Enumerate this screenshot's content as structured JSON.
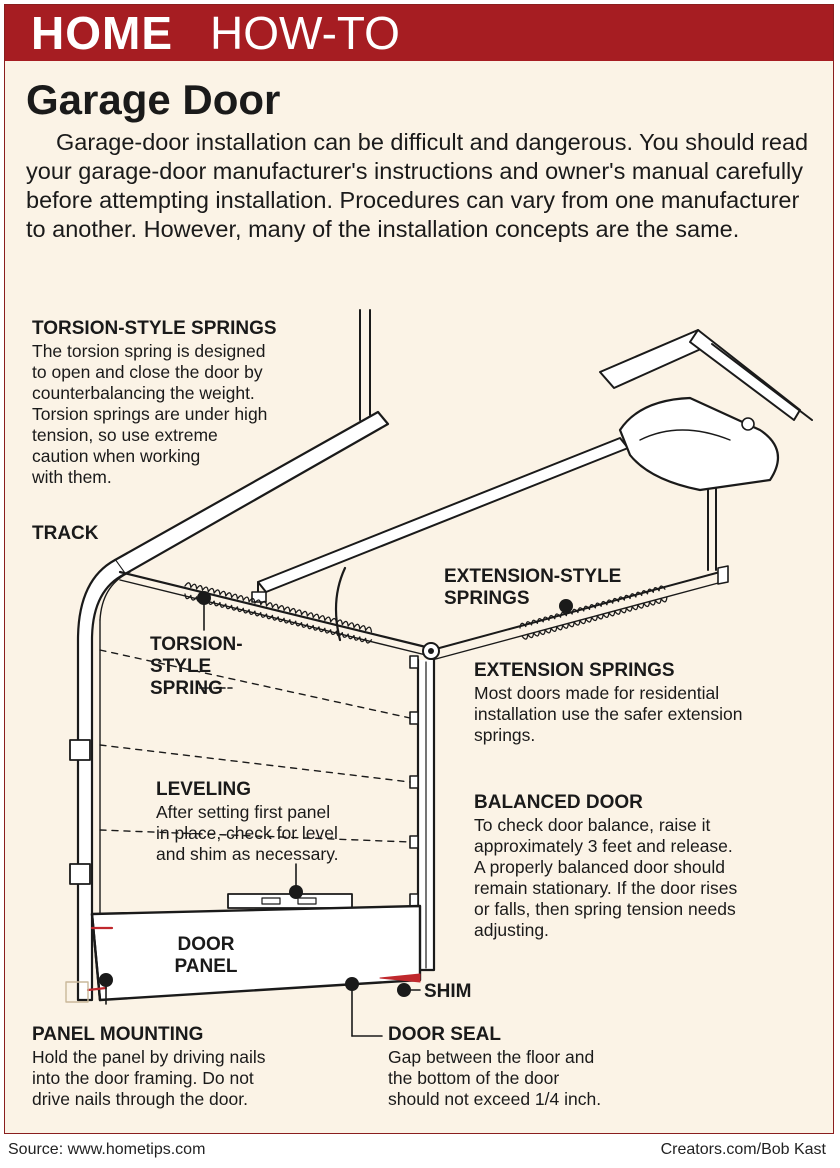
{
  "banner": {
    "home": "HOME",
    "howto": "HOW-TO"
  },
  "title": "Garage Door",
  "intro": "Garage-door installation can be difficult and dangerous. You should read your garage-door manufacturer's instructions and owner's manual carefully before attempting installation. Procedures can vary from one manufacturer to another. However, many of the installation concepts are the same.",
  "labels": {
    "torsion_springs": {
      "heading": "TORSION-STYLE SPRINGS",
      "lines": [
        "The torsion spring is designed",
        "to open and close the door by",
        "counterbalancing the weight.",
        "Torsion springs are under high",
        "tension, so use extreme",
        "caution when working",
        "with them."
      ]
    },
    "track": "TRACK",
    "torsion_spring_part": [
      "TORSION-",
      "STYLE",
      "SPRING"
    ],
    "extension_style_springs": [
      "EXTENSION-STYLE",
      "SPRINGS"
    ],
    "extension_springs": {
      "heading": "EXTENSION SPRINGS",
      "lines": [
        "Most doors made for residential",
        "installation use the safer extension",
        "springs."
      ]
    },
    "leveling": {
      "heading": "LEVELING",
      "lines": [
        "After setting first panel",
        "in place, check for level",
        "and shim as necessary."
      ]
    },
    "balanced_door": {
      "heading": "BALANCED DOOR",
      "lines": [
        "To check door balance, raise it",
        "approximately 3 feet and release.",
        "A properly balanced door should",
        "remain stationary. If the door rises",
        "or falls, then spring tension needs",
        "adjusting."
      ]
    },
    "door_panel": [
      "DOOR",
      "PANEL"
    ],
    "shim": "SHIM",
    "panel_mounting": {
      "heading": "PANEL MOUNTING",
      "lines": [
        "Hold the panel by driving nails",
        "into the door framing. Do not",
        "drive nails through the door."
      ]
    },
    "door_seal": {
      "heading": "DOOR SEAL",
      "lines": [
        "Gap between the floor and",
        "the bottom of the door",
        "should not exceed 1/4 inch."
      ]
    }
  },
  "footer": {
    "source": "Source: www.hometips.com",
    "credit": "Creators.com/Bob Kast"
  },
  "colors": {
    "banner": "#a61d22",
    "background": "#fbf3e6",
    "ink": "#1a1a1a",
    "shim": "#c0282d"
  }
}
